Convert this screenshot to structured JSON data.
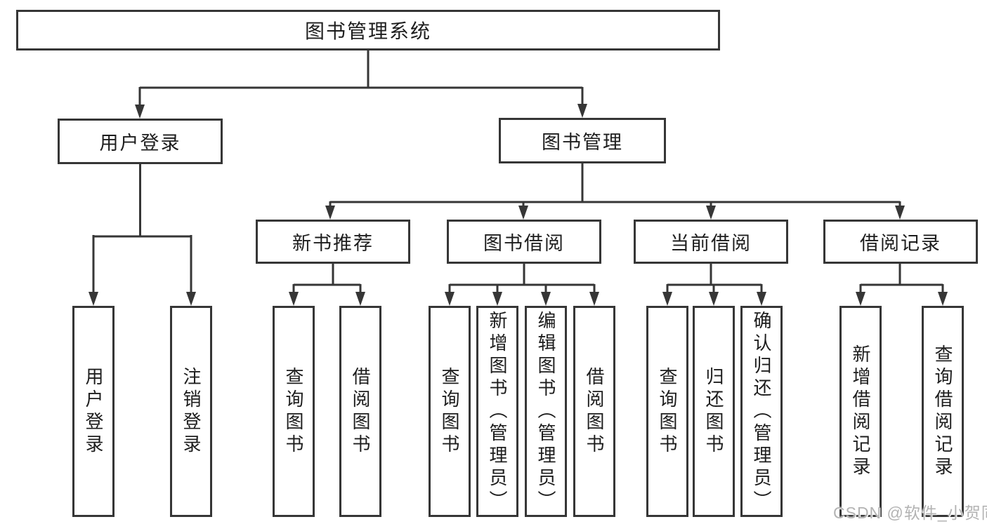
{
  "tree": {
    "root": "图书管理系统",
    "branches": [
      {
        "label": "用户登录",
        "children": [
          "用户登录",
          "注销登录"
        ]
      },
      {
        "label": "图书管理",
        "groups": [
          {
            "label": "新书推荐",
            "children": [
              "查询图书",
              "借阅图书"
            ]
          },
          {
            "label": "图书借阅",
            "children": [
              "查询图书",
              "新增图书（管理员）",
              "编辑图书（管理员）",
              "借阅图书"
            ]
          },
          {
            "label": "当前借阅",
            "children": [
              "查询图书",
              "归还图书",
              "确认归还（管理员）"
            ]
          },
          {
            "label": "借阅记录",
            "children": [
              "新增借阅记录",
              "查询借阅记录"
            ]
          }
        ]
      }
    ]
  },
  "watermark": "CSDN @软件_小贺同学",
  "colors": {
    "line": "#363636",
    "box_border": "#363636",
    "text": "#1d1d1d",
    "watermark": "#b3b3b3",
    "background": "#ffffff"
  }
}
